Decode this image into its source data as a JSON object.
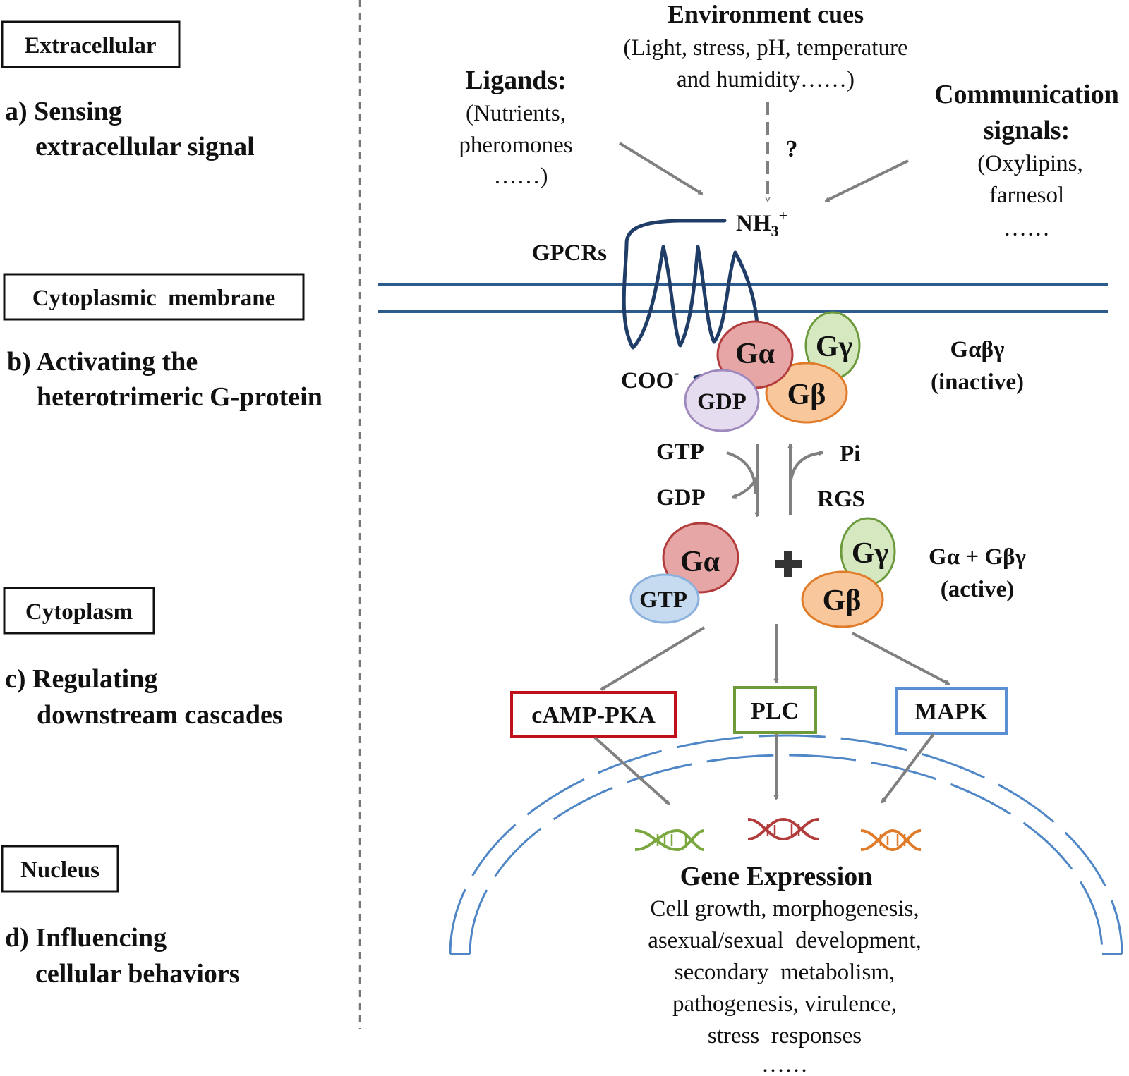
{
  "left_panel": {
    "extracellular": {
      "box": "Extracellular",
      "step": "a) Sensing",
      "desc": "extracellular signal"
    },
    "membrane": {
      "box": "Cytoplasmic  membrane",
      "step": "b) Activating the",
      "desc": "heterotrimeric G-protein"
    },
    "cytoplasm": {
      "box": "Cytoplasm",
      "step": "c) Regulating",
      "desc": "downstream cascades"
    },
    "nucleus": {
      "box": "Nucleus",
      "step": "d) Influencing",
      "desc": "cellular behaviors"
    }
  },
  "signals": {
    "environment": {
      "title": "Environment cues",
      "line1": "(Light, stress, pH, temperature",
      "line2": "and humidity……)",
      "question": "?"
    },
    "ligands": {
      "title": "Ligands:",
      "line1": "(Nutrients,",
      "line2": "pheromones",
      "line3": "……)"
    },
    "communication": {
      "title1": "Communication",
      "title2": "signals:",
      "line1": "(Oxylipins,",
      "line2": "farnesol",
      "line3": "……"
    }
  },
  "receptor": {
    "label": "GPCRs",
    "n_terminus": "NH",
    "n_sub": "3",
    "n_sup": "+",
    "c_terminus": "COO",
    "c_sup": "-"
  },
  "g_protein": {
    "ga": "Gα",
    "gb": "Gβ",
    "gg": "Gγ",
    "gdp": "GDP",
    "gtp": "GTP",
    "inactive_label1": "Gαβγ",
    "inactive_label2": "(inactive)",
    "active_label1": "Gα + Gβγ",
    "active_label2": "(active)",
    "exchange_gtp": "GTP",
    "exchange_gdp": "GDP",
    "pi": "Pi",
    "rgs": "RGS"
  },
  "cascades": [
    {
      "label": "cAMP-PKA",
      "color": "#c0111b"
    },
    {
      "label": "PLC",
      "color": "#6e9a3a"
    },
    {
      "label": "MAPK",
      "color": "#5b8fd4"
    }
  ],
  "colors": {
    "membrane": "#2e5b8e",
    "receptor": "#1f3d66",
    "arrow": "#808080",
    "nucleus": "#4f86c6",
    "ga": "#e6a6a6",
    "gb": "#f8c89c",
    "gg": "#d5e8c0",
    "gdp": "#e6dcef",
    "gtp": "#c6daf0"
  },
  "output": {
    "title": "Gene Expression",
    "lines": [
      "Cell growth, morphogenesis,",
      "asexual/sexual  development,",
      "secondary  metabolism,",
      "pathogenesis, virulence,",
      "stress  responses",
      "……"
    ]
  }
}
